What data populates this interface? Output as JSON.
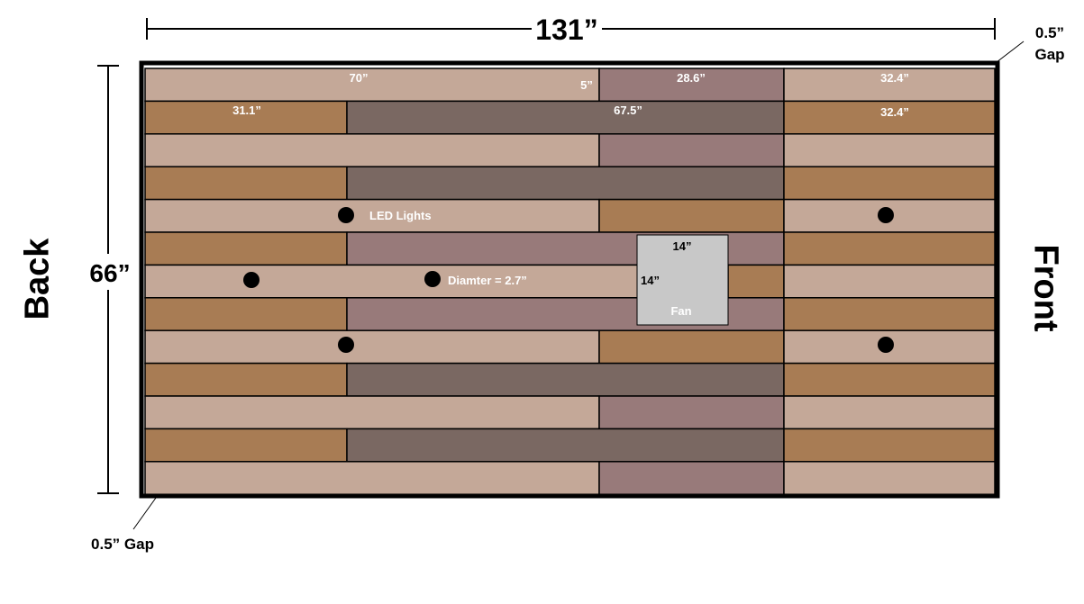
{
  "dimensions": {
    "width_label": "131”",
    "height_label": "66”",
    "gap_top_label_line1": "0.5”",
    "gap_top_label_line2": "Gap",
    "gap_bottom_label": "0.5” Gap"
  },
  "sides": {
    "back": "Back",
    "front": "Front"
  },
  "plank_labels": {
    "row1_a": "70”",
    "row1_b": "5”",
    "row1_c": "28.6”",
    "row1_d": "32.4”",
    "row2_a": "31.1”",
    "row2_b": "67.5”",
    "row2_c": "32.4”"
  },
  "callouts": {
    "led": "LED Lights",
    "diameter": "Diamter = 2.7”"
  },
  "fan": {
    "label": "Fan",
    "width_label": "14”",
    "height_label": "14”"
  },
  "colors": {
    "light_tan": "#c4a898",
    "brown": "#a87c54",
    "dark_gray_brown": "#7a6862",
    "mauve": "#987a7a",
    "fan_gray": "#c8c8c8",
    "frame": "#000000"
  }
}
